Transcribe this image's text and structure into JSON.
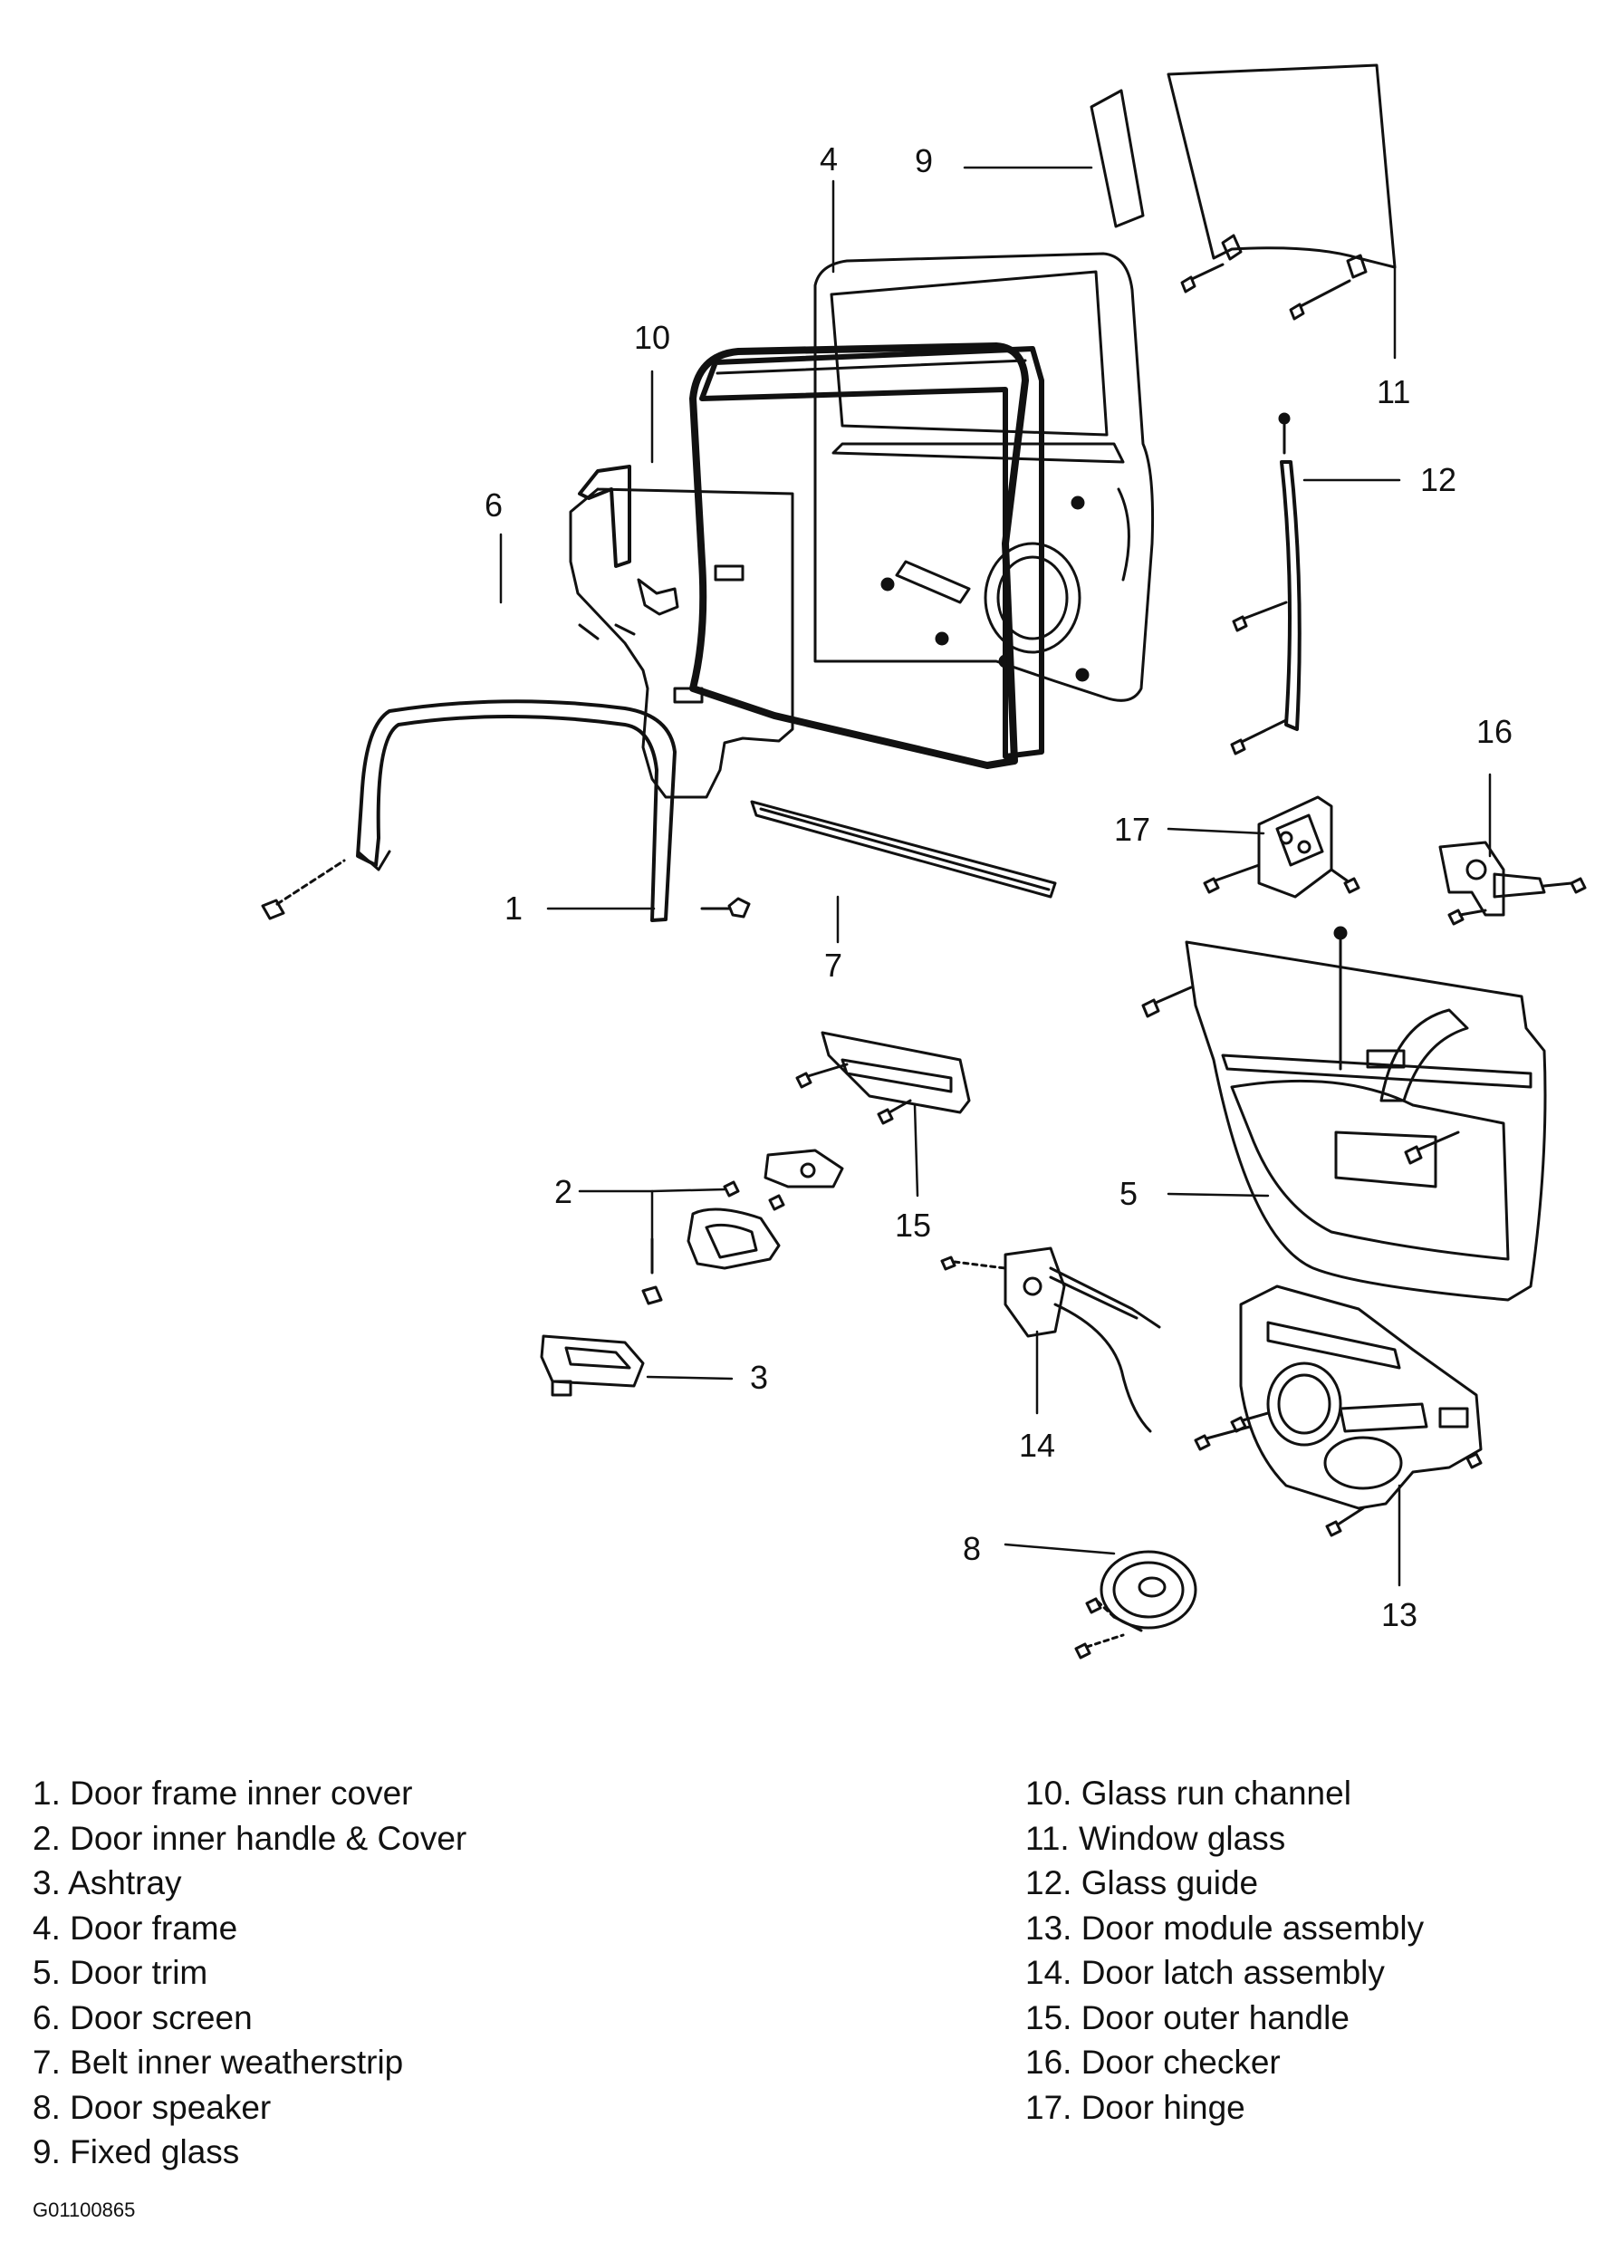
{
  "callouts": [
    {
      "id": "1",
      "label": "1"
    },
    {
      "id": "2",
      "label": "2"
    },
    {
      "id": "3",
      "label": "3"
    },
    {
      "id": "4",
      "label": "4"
    },
    {
      "id": "5",
      "label": "5"
    },
    {
      "id": "6",
      "label": "6"
    },
    {
      "id": "7",
      "label": "7"
    },
    {
      "id": "8",
      "label": "8"
    },
    {
      "id": "9",
      "label": "9"
    },
    {
      "id": "10",
      "label": "10"
    },
    {
      "id": "11",
      "label": "11"
    },
    {
      "id": "12",
      "label": "12"
    },
    {
      "id": "13",
      "label": "13"
    },
    {
      "id": "14",
      "label": "14"
    },
    {
      "id": "15",
      "label": "15"
    },
    {
      "id": "16",
      "label": "16"
    },
    {
      "id": "17",
      "label": "17"
    }
  ],
  "legend": {
    "left": [
      "1. Door frame inner cover",
      "2. Door inner handle & Cover",
      "3. Ashtray",
      "4. Door frame",
      "5. Door trim",
      "6. Door screen",
      "7. Belt inner weatherstrip",
      "8. Door speaker",
      "9. Fixed glass"
    ],
    "right": [
      "10. Glass run channel",
      "11. Window glass",
      "12. Glass guide",
      "13. Door module assembly",
      "14. Door latch assembly",
      "15. Door outer handle",
      "16. Door checker",
      "17. Door hinge"
    ]
  },
  "figure_code": "G01100865",
  "colors": {
    "line": "#111111",
    "background": "#ffffff"
  }
}
